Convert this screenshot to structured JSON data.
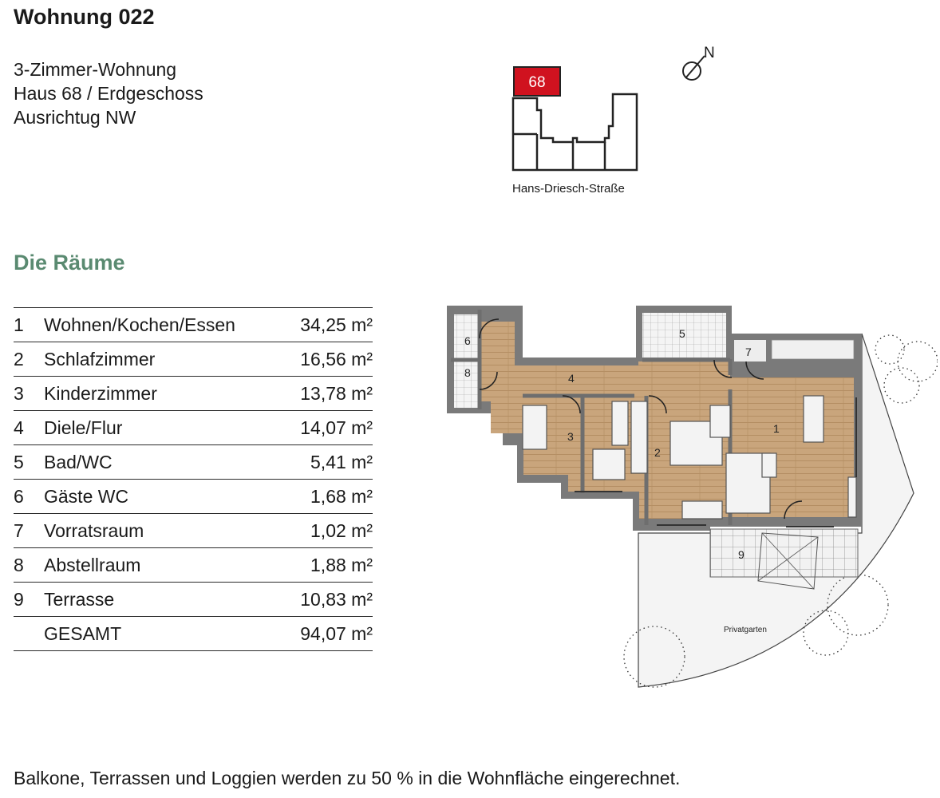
{
  "header": {
    "title": "Wohnung 022",
    "type": "3-Zimmer-Wohnung",
    "location": "Haus 68 / Erdgeschoss",
    "orientation": "Ausrichtug NW"
  },
  "keyplan": {
    "house_badge": "68",
    "street": "Hans-Driesch-Straße",
    "north": "N",
    "highlight_color": "#d0121f"
  },
  "rooms_section": {
    "title": "Die Räume",
    "accent_color": "#5a8a71",
    "rooms": [
      {
        "num": "1",
        "name": "Wohnen/Kochen/Essen",
        "area": "34,25 m²"
      },
      {
        "num": "2",
        "name": "Schlafzimmer",
        "area": "16,56 m²"
      },
      {
        "num": "3",
        "name": "Kinderzimmer",
        "area": "13,78 m²"
      },
      {
        "num": "4",
        "name": "Diele/Flur",
        "area": "14,07 m²"
      },
      {
        "num": "5",
        "name": "Bad/WC",
        "area": "5,41 m²"
      },
      {
        "num": "6",
        "name": "Gäste WC",
        "area": "1,68 m²"
      },
      {
        "num": "7",
        "name": "Vorratsraum",
        "area": "1,02 m²"
      },
      {
        "num": "8",
        "name": "Abstellraum",
        "area": "1,88 m²"
      },
      {
        "num": "9",
        "name": "Terrasse",
        "area": "10,83 m²"
      }
    ],
    "total_label": "GESAMT",
    "total_area": "94,07 m²"
  },
  "floorplan": {
    "room_labels": [
      "1",
      "2",
      "3",
      "4",
      "5",
      "6",
      "7",
      "8",
      "9"
    ],
    "garden_label": "Privatgarten",
    "wood_color": "#c9a57c",
    "wall_color": "#7a7a7a"
  },
  "footer": {
    "note": "Balkone, Terrassen und Loggien werden zu 50 % in die Wohnfläche eingerechnet."
  }
}
